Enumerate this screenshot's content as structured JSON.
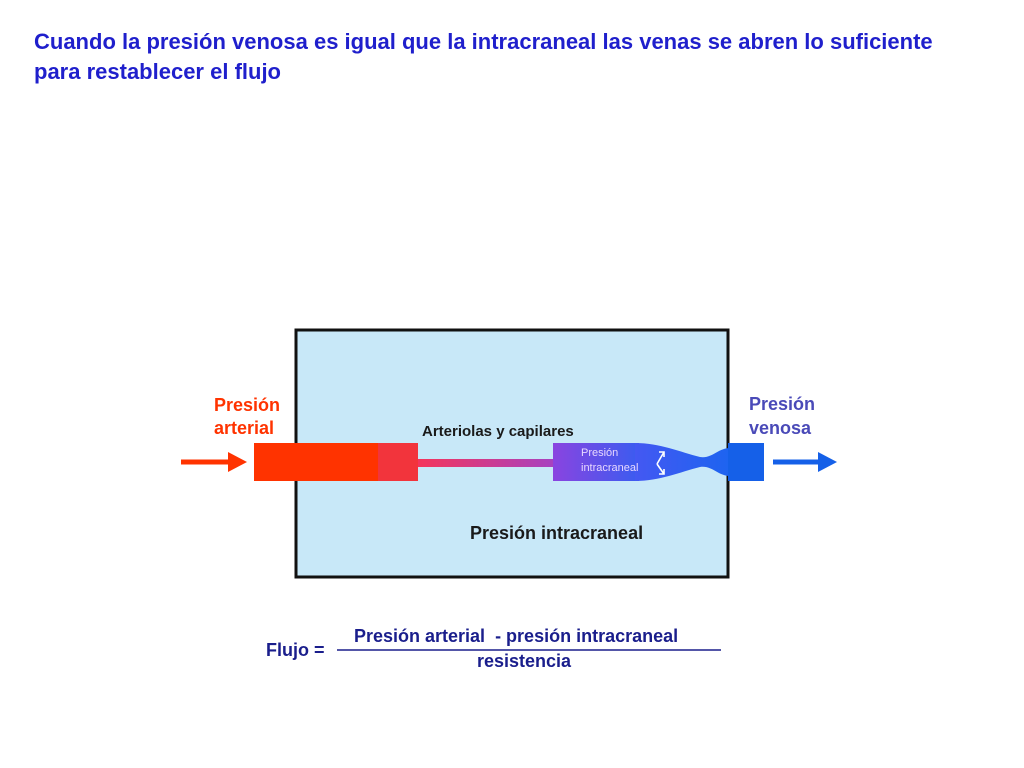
{
  "title": {
    "line1": "Cuando la presión venosa es igual que la intracraneal las venas se abren lo suficiente",
    "line2": "para restablecer el flujo"
  },
  "labels": {
    "arterial_line1": "Presión",
    "arterial_line2": "arterial",
    "venous_line1": "Presión",
    "venous_line2": "venosa",
    "arterioles": "Arteriolas y capilares",
    "inner_pressure_line1": "Presión",
    "inner_pressure_line2": "intracraneal",
    "box_pressure": "Presión intracraneal"
  },
  "formula": {
    "lhs": "Flujo =",
    "numerator": "Presión arterial  - presión intracraneal",
    "denominator": "resistencia"
  },
  "colors": {
    "title": "#1f1fcc",
    "arterial": "#ff3300",
    "venous": "#1560e8",
    "skull_fill": "#c8e8f8",
    "label_dark": "#1a1a1a",
    "venous_label": "#4a4ab8",
    "formula": "#1a1e8c"
  }
}
